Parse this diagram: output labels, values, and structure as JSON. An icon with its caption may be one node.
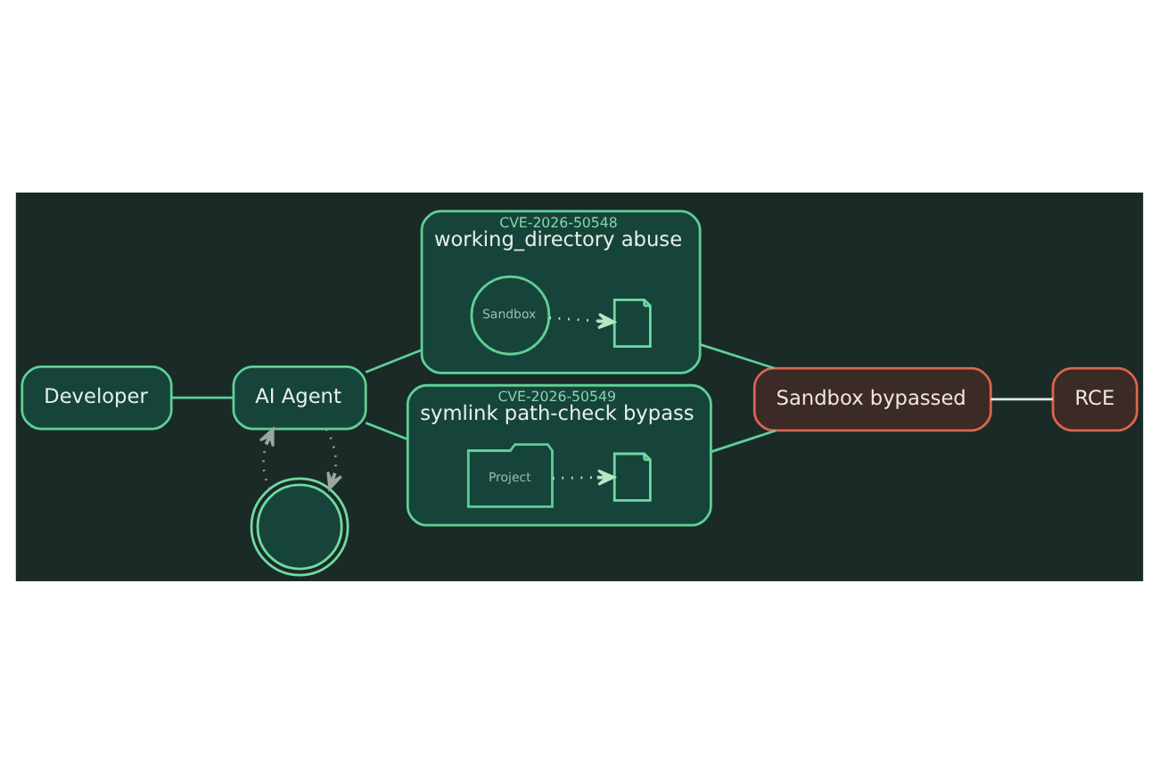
{
  "diagram": {
    "nodes": [
      {
        "text": [
          "Developer"
        ]
      },
      {
        "text": [
          "AI Agent"
        ]
      },
      {
        "text": [
          "CVE-2026-50548",
          "working_directory abuse"
        ]
      },
      {
        "text": [
          "Sandbox"
        ],
        "in": 2
      },
      {
        "text": [],
        "shape": "picture",
        "in": 2
      },
      {
        "text": [
          "CVE-2026-50549",
          "symlink path-check bypass"
        ]
      },
      {
        "text": [
          "Project"
        ],
        "in": 5
      },
      {
        "text": [],
        "shape": "picture",
        "in": 5
      },
      {
        "text": [
          "Sandbox bypassed"
        ]
      },
      {
        "text": [
          "RCE"
        ]
      },
      {
        "text": [],
        "shape": "picture"
      }
    ],
    "edges": [
      {
        "from": 0,
        "to": 1,
        "arrow": "none"
      },
      {
        "from": 1,
        "to": 2,
        "arrow": "none"
      },
      {
        "from": 1,
        "to": 5,
        "arrow": "none"
      },
      {
        "from": 3,
        "to": 4,
        "arrow": "to",
        "style": "dashed",
        "color": "#b6e6c6"
      },
      {
        "from": 6,
        "to": 7,
        "arrow": "to",
        "style": "dashed",
        "color": "#b6e6c6"
      },
      {
        "from": 2,
        "to": 8,
        "arrow": "none"
      },
      {
        "from": 5,
        "to": 8,
        "arrow": "none"
      },
      {
        "from": 8,
        "to": 9,
        "arrow": "none",
        "color": "#e6e6e6"
      },
      {
        "from": 1,
        "to": 10,
        "arrow": "to",
        "style": "dashed",
        "color": "#9aa6a0"
      },
      {
        "from": 10,
        "to": 1,
        "arrow": "to",
        "style": "dashed",
        "color": "#9aa6a0"
      }
    ]
  }
}
